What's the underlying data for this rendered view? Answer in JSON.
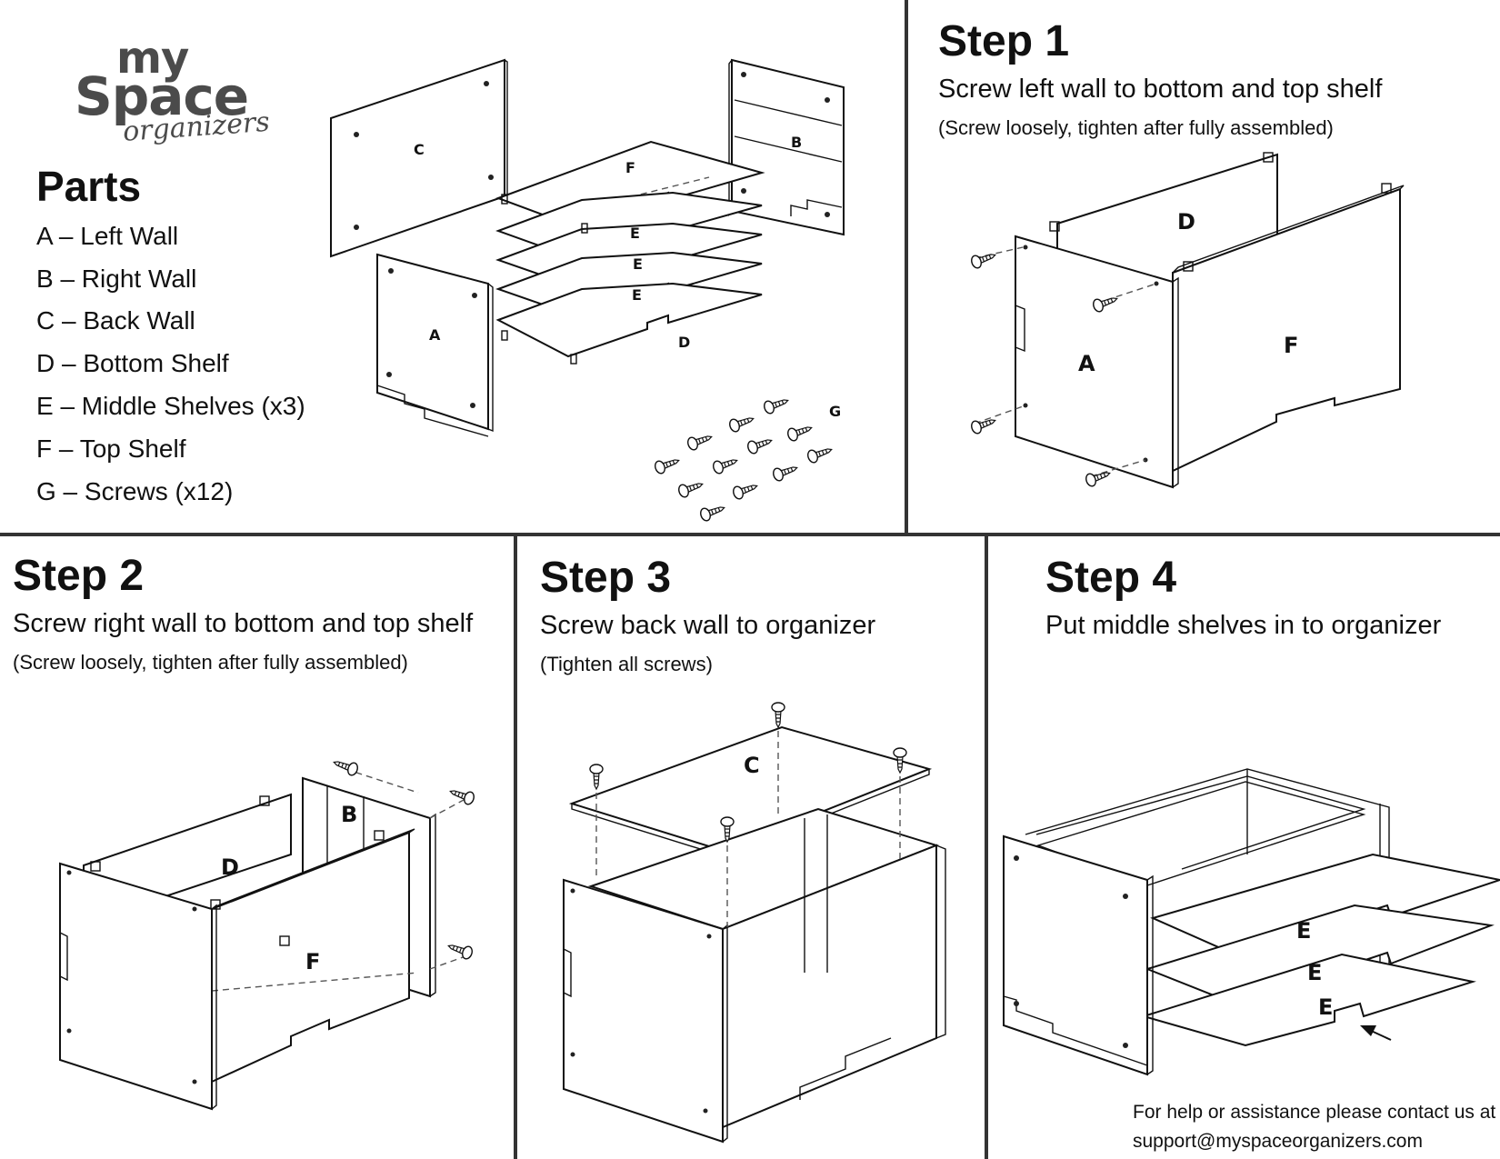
{
  "logo": {
    "line1": "my",
    "line2": "Space",
    "line3": "organizers"
  },
  "parts": {
    "title": "Parts",
    "items": [
      "A – Left Wall",
      "B – Right Wall",
      "C – Back Wall",
      "D – Bottom Shelf",
      "E – Middle Shelves (x3)",
      "F – Top Shelf",
      "G – Screws (x12)"
    ]
  },
  "steps": [
    {
      "title": "Step 1",
      "instruction": "Screw left wall to bottom and top shelf",
      "note": "(Screw loosely, tighten after fully assembled)"
    },
    {
      "title": "Step 2",
      "instruction": "Screw right wall to bottom and top shelf",
      "note": "(Screw loosely, tighten after fully assembled)"
    },
    {
      "title": "Step 3",
      "instruction": "Screw back wall to organizer",
      "note": "(Tighten all screws)"
    },
    {
      "title": "Step 4",
      "instruction": "Put middle shelves in to organizer",
      "note": ""
    }
  ],
  "diagram_labels": {
    "parts": [
      "A",
      "B",
      "C",
      "D",
      "E",
      "E",
      "E",
      "F",
      "G"
    ],
    "step1": [
      "D",
      "A",
      "F"
    ],
    "step2": [
      "B",
      "D",
      "F"
    ],
    "step3": [
      "C"
    ],
    "step4": [
      "E",
      "E",
      "E"
    ]
  },
  "footer": {
    "line1": "For help or assistance please contact us at",
    "line2": "support@myspaceorganizers.com"
  }
}
